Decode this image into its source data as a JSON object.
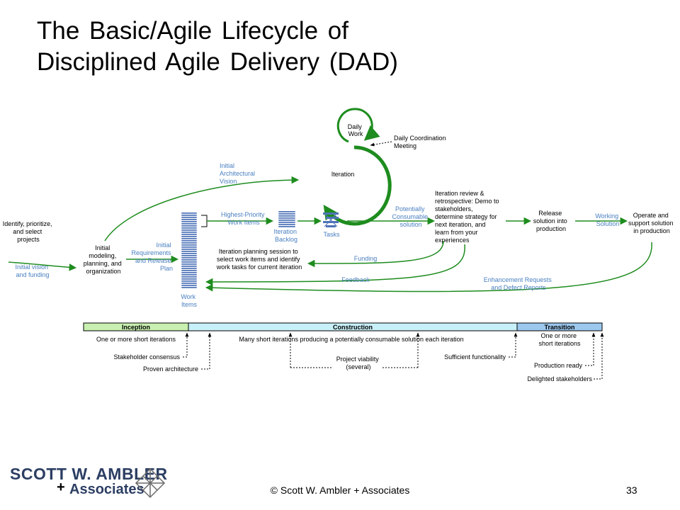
{
  "slide": {
    "title_line1": "The Basic/Agile Lifecycle of",
    "title_line2": "Disciplined Agile Delivery (DAD)",
    "copyright": "© Scott W. Ambler + Associates",
    "page_number": "33",
    "logo_line1": "SCOTT W. AMBLER",
    "logo_plus": "+",
    "logo_line2": "Associates"
  },
  "diagram": {
    "daily_work": [
      "Daily",
      "Work"
    ],
    "daily_coordination": [
      "Daily Coordination",
      "Meeting"
    ],
    "iteration": "Iteration",
    "initial_arch_vision": [
      "Initial",
      "Architectural",
      "Vision"
    ],
    "identify": [
      "Identify, prioritize,",
      "and select",
      "projects"
    ],
    "initial_vision_funding": [
      "Initial vision",
      "and funding"
    ],
    "initial_modeling": [
      "Initial",
      "modeling,",
      "planning, and",
      "organization"
    ],
    "initial_requirements": [
      "Initial",
      "Requirements",
      "and Release",
      "Plan"
    ],
    "highest_priority": [
      "Highest-Priority",
      "Work Items"
    ],
    "iteration_backlog": [
      "Iteration",
      "Backlog"
    ],
    "tasks": "Tasks",
    "work_items": [
      "Work",
      "Items"
    ],
    "planning_session": [
      "Iteration planning session to",
      "select work items and identify",
      "work tasks for current iteration"
    ],
    "potentially_consumable": [
      "Potentially",
      "Consumable",
      "solution"
    ],
    "iteration_review": [
      "Iteration review &",
      "retrospective: Demo to",
      "stakeholders,",
      "determine strategy for",
      "next iteration, and",
      "learn from your",
      "experiences"
    ],
    "release_solution": [
      "Release",
      "solution into",
      "production"
    ],
    "working_solution": [
      "Working",
      "Solution"
    ],
    "operate_support": [
      "Operate and",
      "support solution",
      "in production"
    ],
    "funding": "Funding",
    "feedback": "Feedback",
    "enhancement": [
      "Enhancement Requests",
      "and Defect Reports"
    ]
  },
  "phases": {
    "inception": "Inception",
    "construction": "Construction",
    "transition": "Transition",
    "inception_iterations": "One or more short iterations",
    "stakeholder_consensus": "Stakeholder consensus",
    "proven_architecture": "Proven architecture",
    "construction_iterations": "Many short iterations producing a potentially consumable solution each iteration",
    "project_viability": [
      "Project viability",
      "(several)"
    ],
    "sufficient_functionality": "Sufficient functionality",
    "transition_iterations": [
      "One or more",
      "short iterations"
    ],
    "production_ready": "Production ready",
    "delighted_stakeholders": "Delighted stakeholders"
  },
  "colors": {
    "green": "#1e8c1e",
    "blue_text": "#4a7fc0",
    "inception_fill": "#c8f0b0",
    "construction_fill": "#c8f0f8",
    "transition_fill": "#9cc8ee",
    "stack_blue": "#4f74b8"
  }
}
